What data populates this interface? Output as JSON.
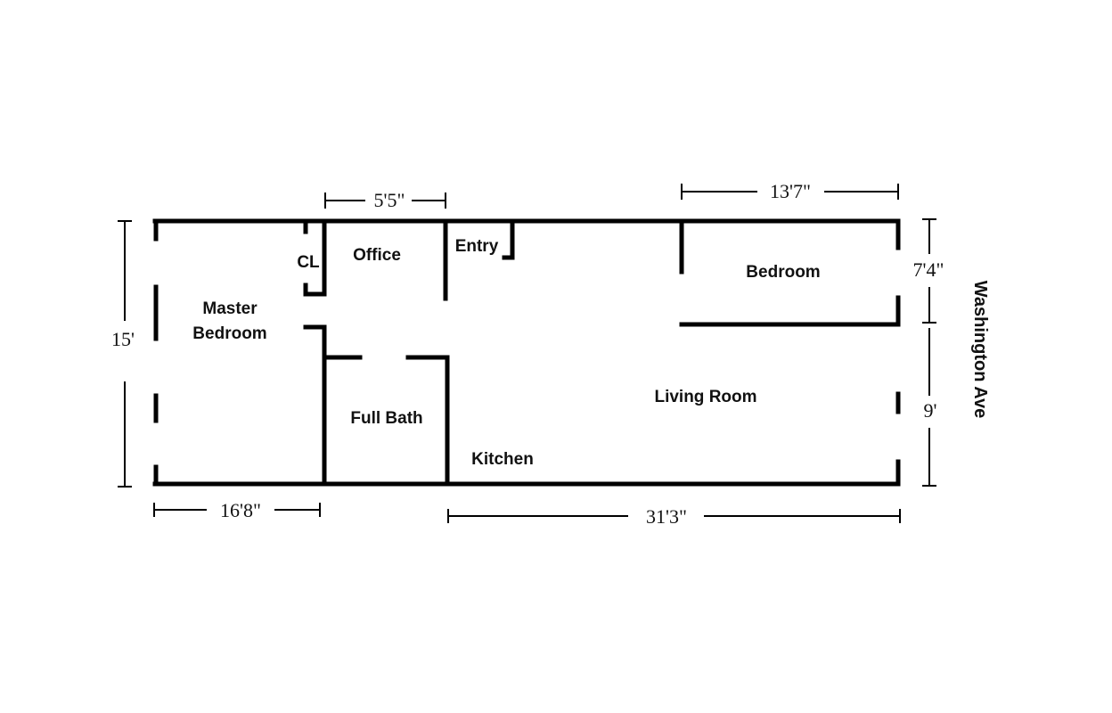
{
  "rooms": {
    "master_bedroom_line1": "Master",
    "master_bedroom_line2": "Bedroom",
    "closet": "CL",
    "office": "Office",
    "entry": "Entry",
    "bedroom": "Bedroom",
    "full_bath": "Full Bath",
    "living_room": "Living Room",
    "kitchen": "Kitchen"
  },
  "dimensions": {
    "office_width": "5'5\"",
    "bedroom_width": "13'7\"",
    "overall_height": "15'",
    "bedroom_depth": "7'4\"",
    "living_depth": "9'",
    "master_width": "16'8\"",
    "living_width": "31'3\""
  },
  "street": "Washington Ave"
}
